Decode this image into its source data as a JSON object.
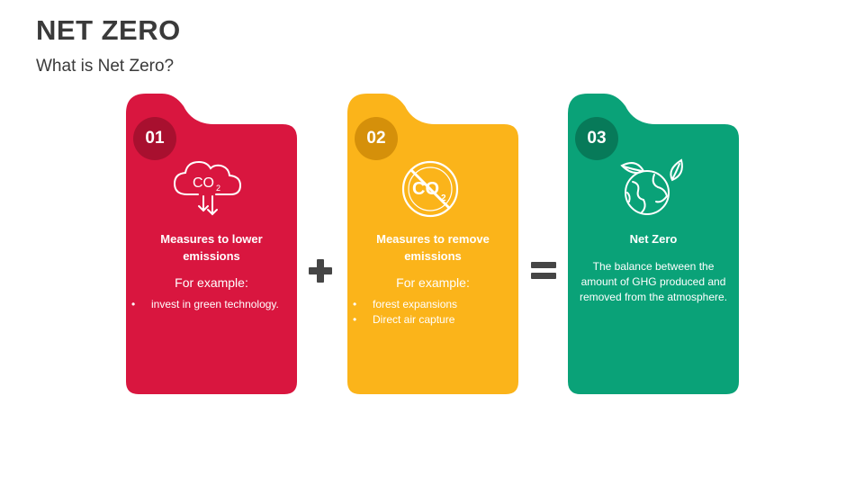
{
  "header": {
    "title": "NET ZERO",
    "subtitle": "What is Net Zero?"
  },
  "colors": {
    "red": "#d9163f",
    "red_dark": "#a8102f",
    "yellow": "#fbb41a",
    "yellow_dark": "#d5900a",
    "green": "#0aa278",
    "green_dark": "#077a59",
    "operator": "#454545"
  },
  "cards": [
    {
      "number": "01",
      "title": "Measures to lower emissions",
      "example_label": "For example:",
      "bullets": [
        "invest in green technology."
      ],
      "icon": "co2-cloud-icon"
    },
    {
      "number": "02",
      "title": "Measures to remove emissions",
      "example_label": "For example:",
      "bullets": [
        "forest expansions",
        "Direct air capture"
      ],
      "icon": "no-co2-icon"
    },
    {
      "number": "03",
      "title": "Net Zero",
      "description": "The balance between the amount of GHG produced and removed from the atmosphere.",
      "icon": "globe-leaves-icon"
    }
  ],
  "operators": {
    "plus": "plus-icon",
    "equals": "equals-icon"
  }
}
